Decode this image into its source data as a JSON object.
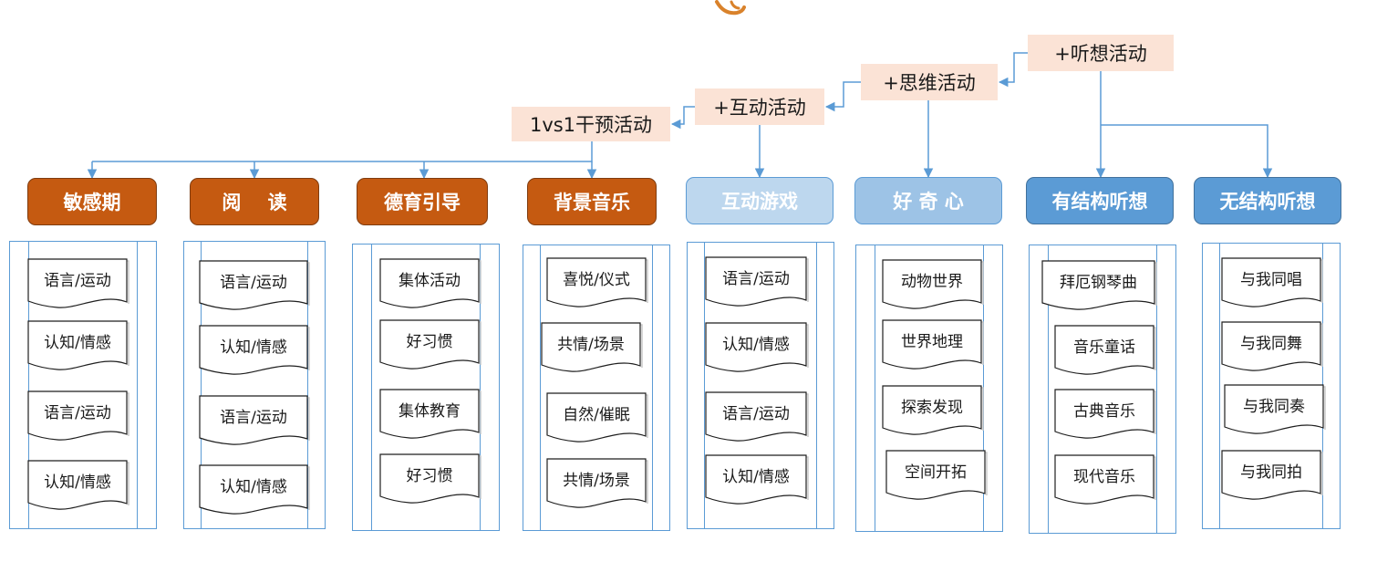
{
  "colors": {
    "tag_fill": "#fbe3d6",
    "orange": "#c55a11",
    "light_blue": "#bdd7ee",
    "mid_blue": "#9dc3e6",
    "blue": "#5b9bd5",
    "line": "#5b9bd5"
  },
  "logo": {
    "icon": "orange-swirl-logo"
  },
  "tags": {
    "tinxiang": "+听想活动",
    "siwei": "+思维活动",
    "hudong": "+互动活动",
    "ganyu": "1vs1干预活动"
  },
  "columns": [
    {
      "header": "敏感期",
      "items": [
        "语言/运动",
        "认知/情感",
        "语言/运动",
        "认知/情感"
      ]
    },
    {
      "header": "阅    读",
      "items": [
        "语言/运动",
        "认知/情感",
        "语言/运动",
        "认知/情感"
      ]
    },
    {
      "header": "德育引导",
      "items": [
        "集体活动",
        "好习惯",
        "集体教育",
        "好习惯"
      ]
    },
    {
      "header": "背景音乐",
      "items": [
        "喜悦/仪式",
        "共情/场景",
        "自然/催眠",
        "共情/场景"
      ]
    },
    {
      "header": "互动游戏",
      "items": [
        "语言/运动",
        "认知/情感",
        "语言/运动",
        "认知/情感"
      ]
    },
    {
      "header": "好 奇 心",
      "items": [
        "动物世界",
        "世界地理",
        "探索发现",
        "空间开拓"
      ]
    },
    {
      "header": "有结构听想",
      "items": [
        "拜厄钢琴曲",
        "音乐童话",
        "古典音乐",
        "现代音乐"
      ]
    },
    {
      "header": "无结构听想",
      "items": [
        "与我同唱",
        "与我同舞",
        "与我同奏",
        "与我同拍"
      ]
    }
  ]
}
